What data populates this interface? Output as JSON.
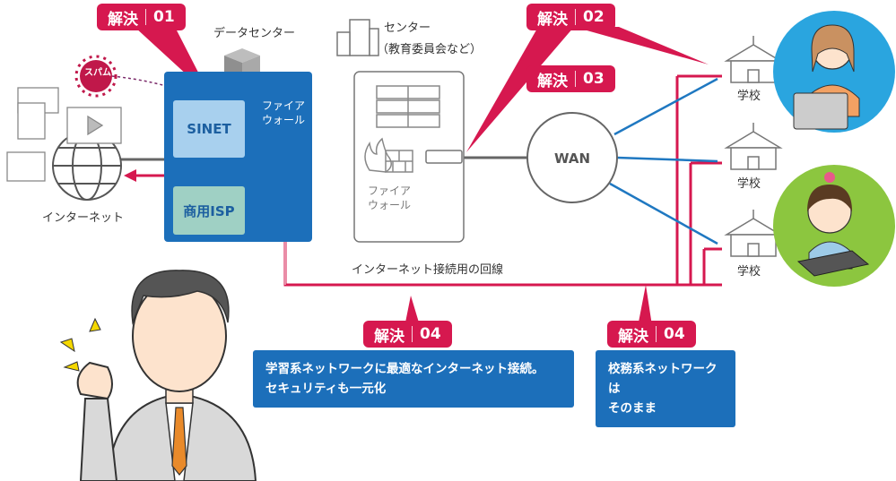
{
  "badges": [
    {
      "prefix": "解決",
      "num": "01"
    },
    {
      "prefix": "解決",
      "num": "02"
    },
    {
      "prefix": "解決",
      "num": "03"
    },
    {
      "prefix": "解決",
      "num": "04"
    },
    {
      "prefix": "解決",
      "num": "04"
    }
  ],
  "labels": {
    "data_center": "データセンター",
    "center": "センター",
    "center_sub": "（教育委員会など）",
    "firewall_dc_1": "ファイア",
    "firewall_dc_2": "ウォール",
    "sinet": "SINET",
    "commercial_isp": "商用ISP",
    "internet": "インターネット",
    "spam": "スパム",
    "firewall_center_1": "ファイア",
    "firewall_center_2": "ウォール",
    "wan": "WAN",
    "school_1": "学校",
    "school_2": "学校",
    "school_3": "学校",
    "internet_line": "インターネット接続用の回線"
  },
  "callouts": {
    "left_line1": "学習系ネットワークに最適なインターネット接続。",
    "left_line2": "セキュリティも一元化",
    "right_line1": "校務系ネットワークは",
    "right_line2": "そのまま"
  },
  "colors": {
    "accent": "#d6184f",
    "blue": "#1c6fba",
    "line_blue": "#1f78c1",
    "gray_line": "#666666"
  }
}
